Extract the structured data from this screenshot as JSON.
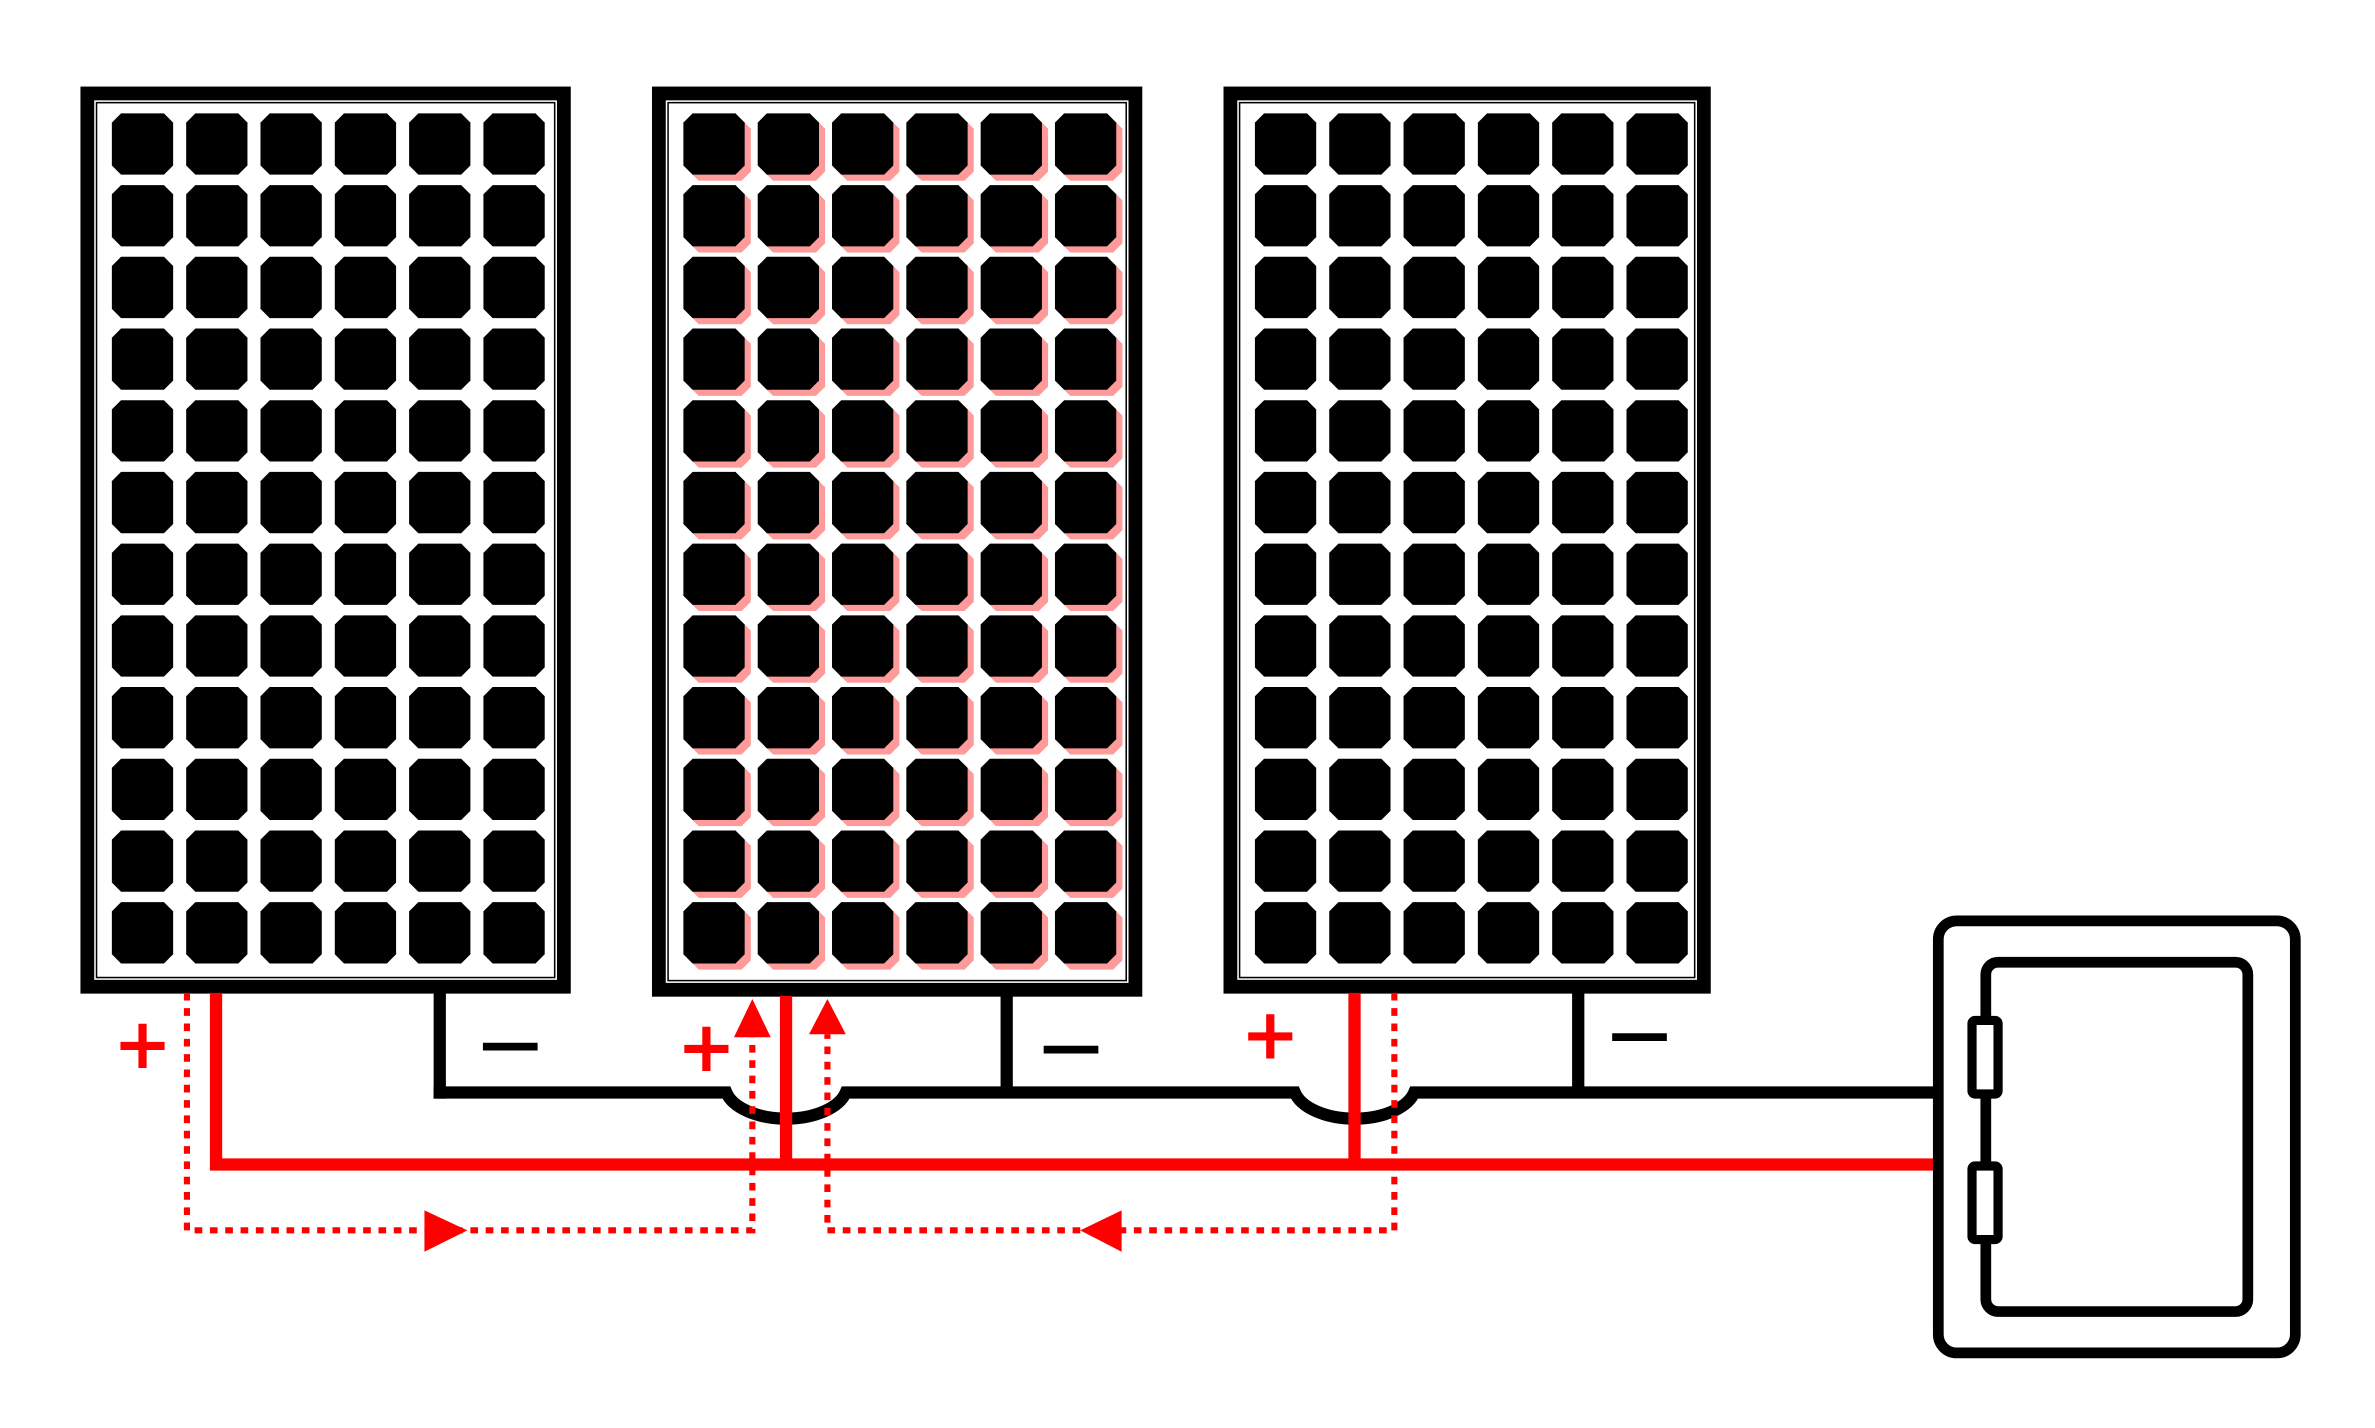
{
  "colors": {
    "frame": "#000000",
    "wire_positive": "#ff0000",
    "wire_negative": "#000000",
    "cell_shadow": "#ff9a9a",
    "background": "#ffffff"
  },
  "panels": [
    {
      "name": "panel-left",
      "rows": 12,
      "cols": 6,
      "highlighted": false,
      "positive_label": "+",
      "negative_label": "—"
    },
    {
      "name": "panel-middle",
      "rows": 12,
      "cols": 6,
      "highlighted": true,
      "positive_label": "+",
      "negative_label": "—"
    },
    {
      "name": "panel-right",
      "rows": 12,
      "cols": 6,
      "highlighted": false,
      "positive_label": "+",
      "negative_label": "—"
    }
  ],
  "connection": "parallel",
  "current_flow": [
    "left-to-middle",
    "right-to-middle"
  ],
  "junction_box": {
    "hinges": 2
  }
}
